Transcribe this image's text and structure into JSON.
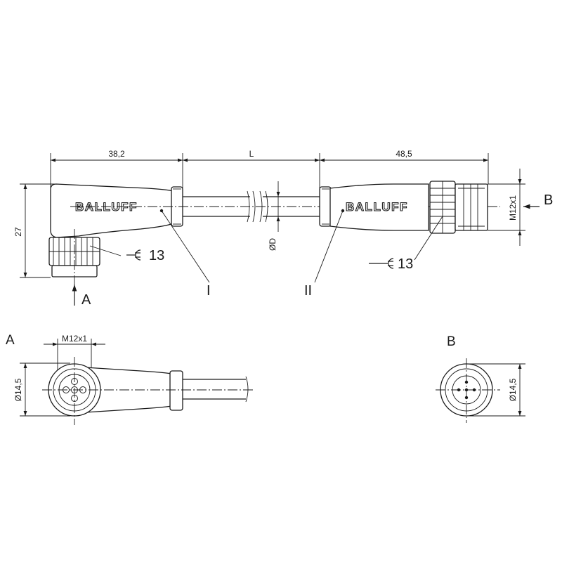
{
  "brand": "BALLUFF",
  "dimensions": {
    "left_length": "38,2",
    "cable_length": "L",
    "right_length": "48,5",
    "height": "27",
    "cable_diameter": "ØD",
    "thread_top": "M12x1",
    "thread_left_view": "M12x1",
    "diam_view_a": "Ø14,5",
    "diam_view_b": "Ø14,5"
  },
  "wrench_size_left": "13",
  "wrench_size_right": "13",
  "labels": {
    "part_one": "I",
    "part_two": "II",
    "arrow_a": "A",
    "arrow_b": "B",
    "view_a_title": "A",
    "view_b_title": "B"
  }
}
